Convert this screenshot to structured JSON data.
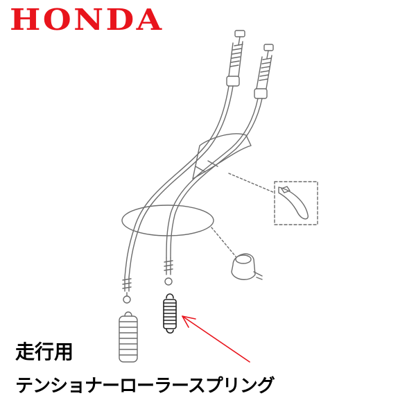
{
  "brand": {
    "logo_text": "HONDA",
    "logo_color": "#e8141c"
  },
  "caption": {
    "line1": "走行用",
    "line2": "テンショナーローラースプリング"
  },
  "colors": {
    "line_art": "#6b6b6b",
    "highlight_part": "#222222",
    "arrow": "#e8141c"
  }
}
